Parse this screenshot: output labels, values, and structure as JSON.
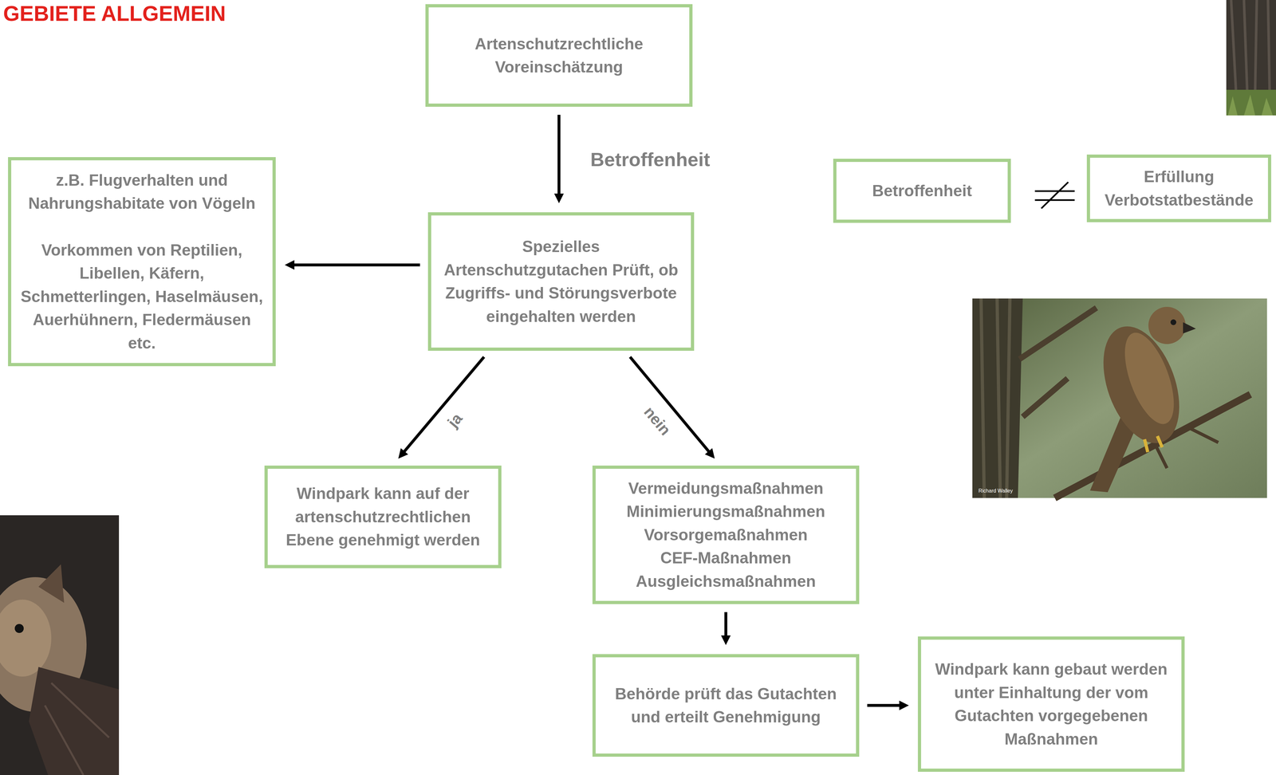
{
  "diagram": {
    "title": "GEBIETE ALLGEMEIN",
    "nodes": [
      {
        "text": [
          "Artenschutzrechtliche Voreinschätzung"
        ]
      },
      {
        "text": [
          "Betroffenheit"
        ]
      },
      {
        "text": [
          "Erfüllung Verbotstatbestände"
        ]
      },
      {
        "text": [
          "z.B. Flugverhalten und Nahrungshabitate von Vögeln",
          "Vorkommen von Reptilien, Libellen, Käfern, Schmetterlingen, Haselmäusen, Auerhühnern, Fledermäusen etc."
        ]
      },
      {
        "text": [
          "Spezielles Artenschutzgutachen Prüft, ob Zugriffs- und Störungsverbote eingehalten werden"
        ]
      },
      {
        "text": [
          "Windpark kann auf der artenschutzrechtlichen Ebene genehmigt werden"
        ]
      },
      {
        "text": [
          "Vermeidungsmaßnahmen",
          "Minimierungsmaßnahmen",
          "Vorsorgemaßnahmen",
          "CEF-Maßnahmen",
          "Ausgleichsmaßnahmen"
        ]
      },
      {
        "text": [
          "Behörde prüft das Gutachten und erteilt Genehmigung"
        ]
      },
      {
        "text": [
          "Windpark kann gebaut werden unter Einhaltung der vom Gutachten vorgegebenen Maßnahmen"
        ]
      }
    ],
    "edges": [
      {
        "from": 0,
        "to": 4,
        "label": "Betroffenheit",
        "arrow": "to"
      },
      {
        "from": 4,
        "to": 3,
        "arrow": "to"
      },
      {
        "from": 4,
        "to": 5,
        "label": "ja",
        "arrow": "to"
      },
      {
        "from": 4,
        "to": 6,
        "label": "nein",
        "arrow": "to"
      },
      {
        "from": 6,
        "to": 7,
        "arrow": "to"
      },
      {
        "from": 7,
        "to": 8,
        "arrow": "to"
      }
    ],
    "labels": [
      "Richard Walley"
    ]
  }
}
